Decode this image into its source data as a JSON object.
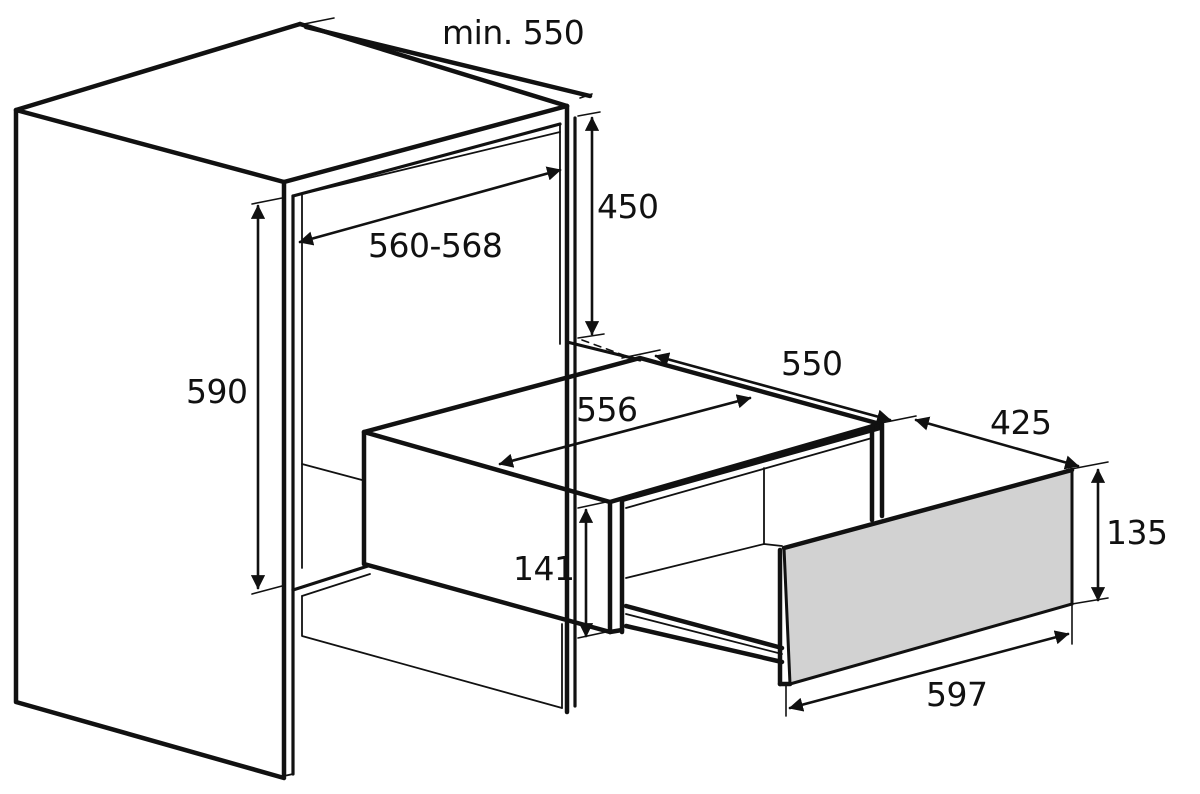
{
  "diagram": {
    "subject": "Built-in warming drawer installation dimensions",
    "unit": "mm",
    "colors": {
      "line": "#111111",
      "background": "#ffffff",
      "drawer_front_panel": "#d2d2d2"
    },
    "dimensions": {
      "cabinet_depth": "min. 550",
      "niche_width": "560-568",
      "niche_height_total": "590",
      "upper_clearance": "450",
      "appliance_depth": "550",
      "appliance_width": "556",
      "drawer_extension": "425",
      "niche_height_appliance": "141",
      "front_height": "135",
      "front_width": "597"
    }
  }
}
